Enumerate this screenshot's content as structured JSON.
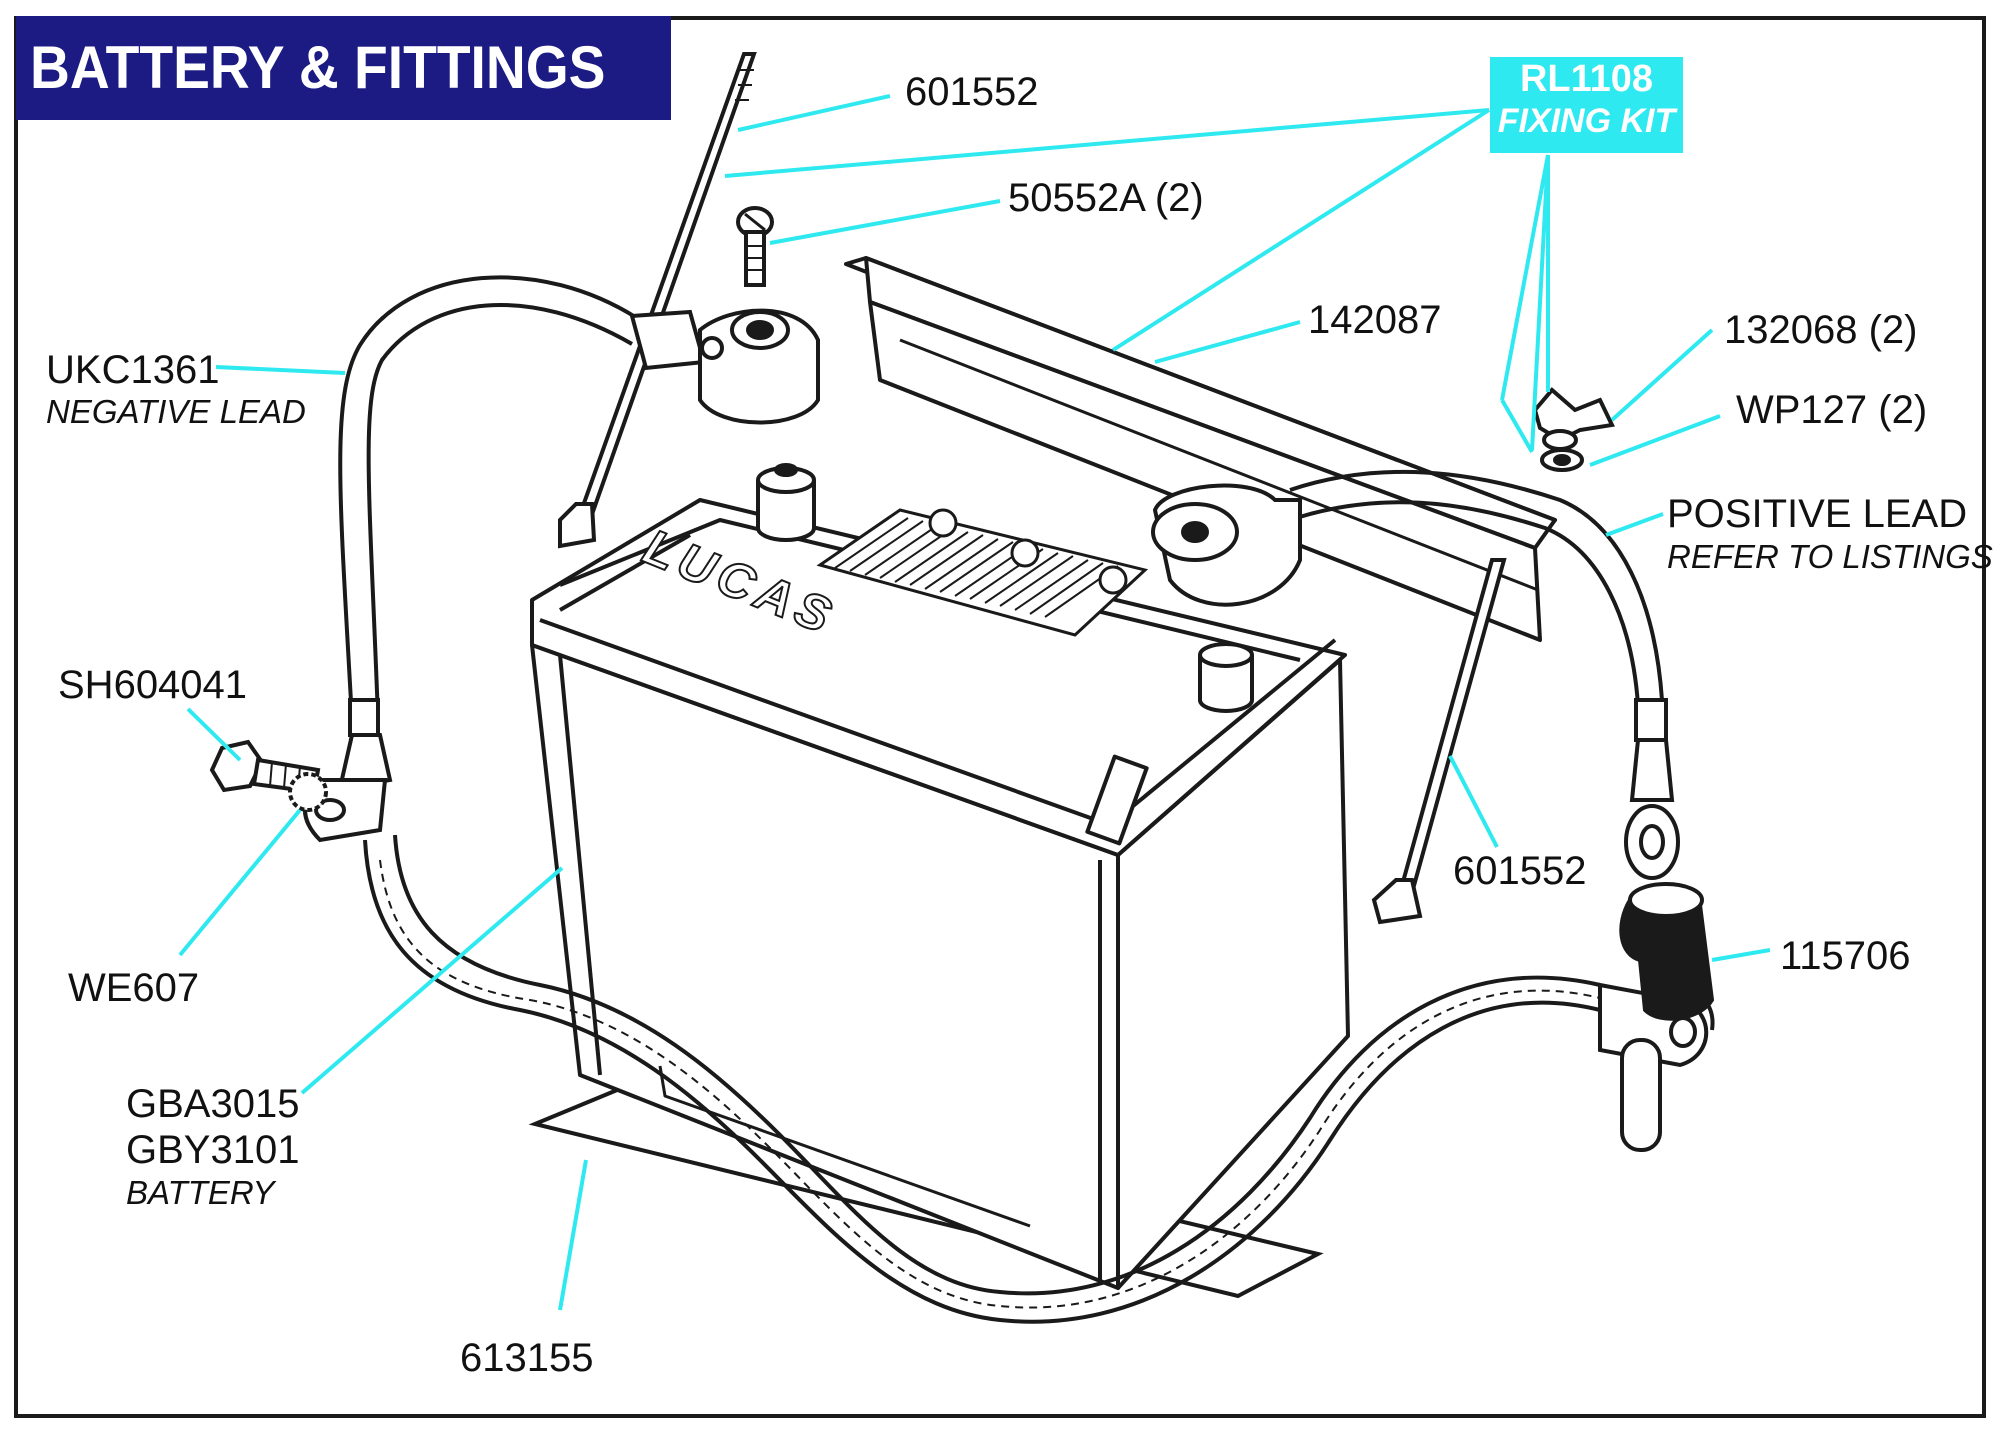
{
  "title": "BATTERY & FITTINGS",
  "kit": {
    "code": "RL1108",
    "name": "FIXING KIT"
  },
  "parts": {
    "p601552_top": "601552",
    "p50552a": "50552A (2)",
    "p142087": "142087",
    "p132068": "132068 (2)",
    "pwp127": "WP127 (2)",
    "positive_lead": "POSITIVE LEAD",
    "refer": "REFER TO LISTINGS",
    "ukc1361": "UKC1361",
    "negative_lead": "NEGATIVE LEAD",
    "sh604041": "SH604041",
    "we607": "WE607",
    "p601552_bottom": "601552",
    "p115706": "115706",
    "gba3015": "GBA3015",
    "gby3101": "GBY3101",
    "battery": "BATTERY",
    "p613155": "613155"
  },
  "battery_brand": "LUCAS",
  "colors": {
    "title_bg": "#1c1b83",
    "leader": "#2ee9f0",
    "kit_bg": "#2ee9f0",
    "line": "#1a1a1a"
  }
}
